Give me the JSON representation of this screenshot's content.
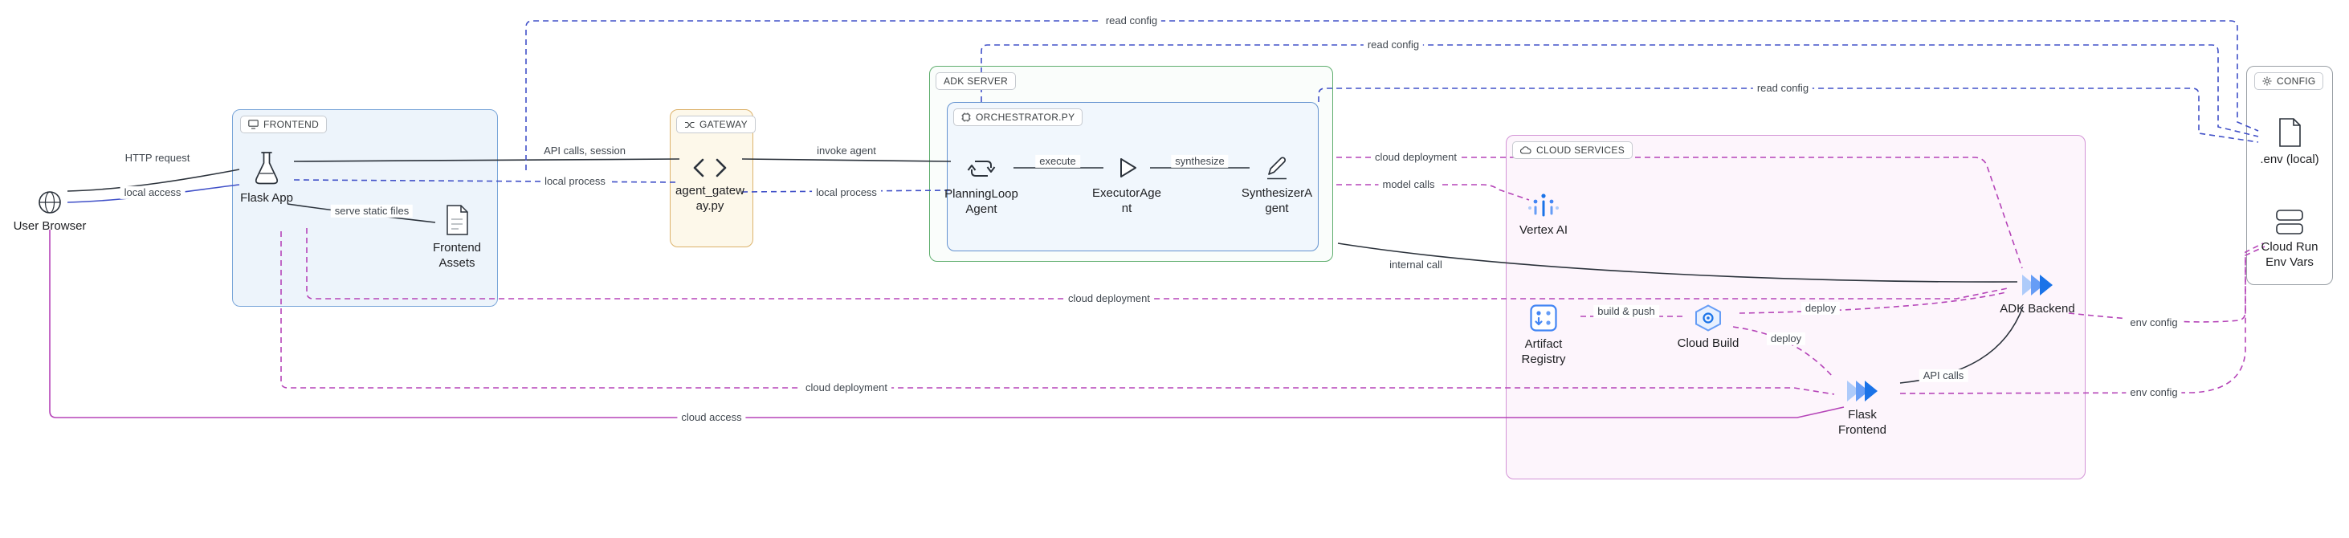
{
  "groups": {
    "frontend": {
      "label": "FRONTEND"
    },
    "gateway": {
      "label": "GATEWAY"
    },
    "adk_server": {
      "label": "ADK SERVER"
    },
    "orchestrator": {
      "label": "ORCHESTRATOR.PY"
    },
    "cloud_services": {
      "label": "CLOUD SERVICES"
    },
    "config": {
      "label": "CONFIG"
    }
  },
  "nodes": {
    "user_browser": {
      "label": "User Browser"
    },
    "flask_app": {
      "label": "Flask App"
    },
    "frontend_assets": {
      "label": "Frontend Assets"
    },
    "agent_gateway": {
      "label": "agent_gateway.py"
    },
    "planning_loop_agent             ": {
      "label": ""
    },
    "planning_loop": {
      "label": "PlanningLoop Agent"
    },
    "executor_agent": {
      "label": "ExecutorAgent"
    },
    "synthesizer_agent": {
      "label": "SynthesizerAgent"
    },
    "vertex_ai": {
      "label": "Vertex AI"
    },
    "artifact_registry": {
      "label": "Artifact Registry"
    },
    "cloud_build": {
      "label": "Cloud Build"
    },
    "adk_backend": {
      "label": "ADK Backend"
    },
    "flask_frontend": {
      "label": "Flask Frontend"
    },
    "env_local": {
      "label": ".env (local)"
    },
    "cloud_run_env_vars": {
      "label": "Cloud Run Env Vars"
    }
  },
  "edges": {
    "http_request": {
      "label": "HTTP request"
    },
    "local_access": {
      "label": "local access"
    },
    "serve_static_files": {
      "label": "serve static files"
    },
    "api_calls_session": {
      "label": "API calls, session"
    },
    "local_process_1": {
      "label": "local process"
    },
    "invoke_agent": {
      "label": "invoke agent"
    },
    "local_process_2": {
      "label": "local process"
    },
    "execute": {
      "label": "execute"
    },
    "synthesize": {
      "label": "synthesize"
    },
    "read_config_1": {
      "label": "read config"
    },
    "read_config_2": {
      "label": "read config"
    },
    "read_config_3": {
      "label": "read config"
    },
    "cloud_deployment_1": {
      "label": "cloud deployment"
    },
    "model_calls": {
      "label": "model calls"
    },
    "internal_call": {
      "label": "internal call"
    },
    "cloud_deployment_2": {
      "label": "cloud deployment"
    },
    "build_and_push": {
      "label": "build & push"
    },
    "deploy_1": {
      "label": "deploy"
    },
    "deploy_2": {
      "label": "deploy"
    },
    "api_calls": {
      "label": "API calls"
    },
    "env_config_1": {
      "label": "env config"
    },
    "env_config_2": {
      "label": "env config"
    },
    "cloud_deployment_3": {
      "label": "cloud deployment"
    },
    "cloud_access": {
      "label": "cloud access"
    }
  },
  "colors": {
    "edge_dark": "#2b323b",
    "edge_blue": "#4050c8",
    "edge_purple": "#b544b8",
    "frontend_fill": "#edf4fb",
    "frontend_border": "#7aa6d9",
    "gateway_fill": "#fdf8ea",
    "gateway_border": "#dcb26b",
    "adk_fill": "#fafdfb",
    "adk_border": "#5fae6e",
    "orchestrator_fill": "#f1f7fd",
    "orchestrator_border": "#6392cf",
    "cloud_fill": "#fdf5fc",
    "cloud_border": "#d393d6",
    "config_fill": "#ffffff",
    "config_border": "#9aa0a6",
    "google_blue": "#1a73e8",
    "google_blue_light": "#669df6",
    "google_blue_pale": "#aecbfa"
  }
}
